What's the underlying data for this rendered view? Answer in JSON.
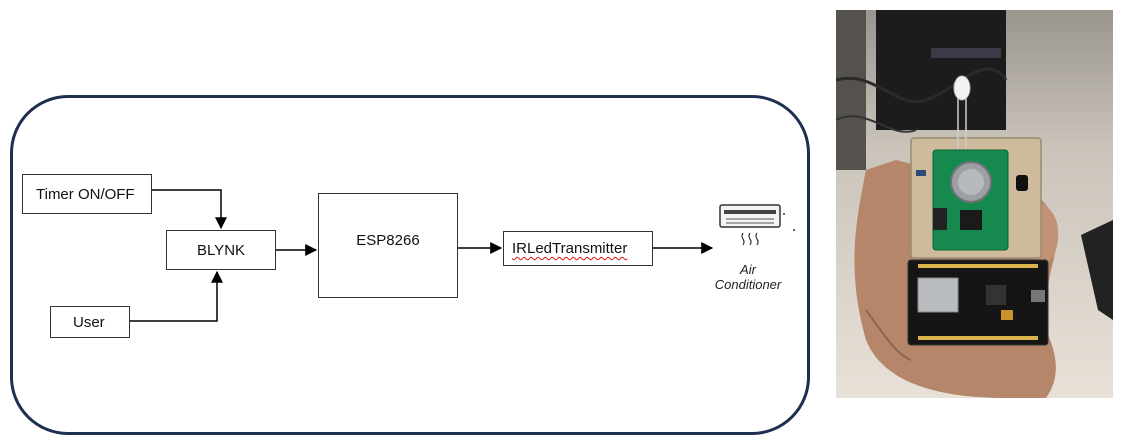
{
  "diagram": {
    "blocks": {
      "timer": "Timer ON/OFF",
      "blynk": "BLYNK",
      "esp": "ESP8266",
      "irled": "IRLedTransmitter",
      "user": "User"
    },
    "device": {
      "line1": "Air",
      "line2": "Conditioner",
      "icon": "air-conditioner-icon"
    }
  },
  "photo": {
    "subject": "hand-holding-esp8266-ir-board-photo"
  }
}
